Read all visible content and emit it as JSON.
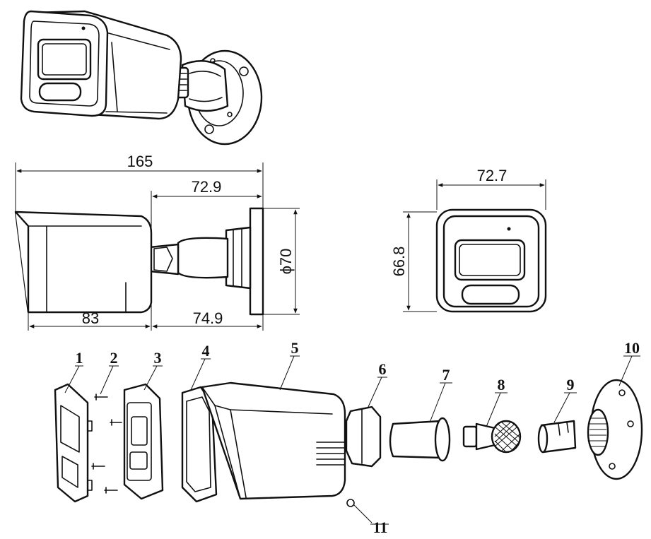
{
  "dimensions": {
    "side_total_length": "165",
    "side_bracket_length": "72.9",
    "side_body_length": "83",
    "side_mount_length": "74.9",
    "base_diameter": "ϕ70",
    "front_width": "72.7",
    "front_height": "66.8"
  },
  "parts": [
    {
      "label": "1"
    },
    {
      "label": "2"
    },
    {
      "label": "3"
    },
    {
      "label": "4"
    },
    {
      "label": "5"
    },
    {
      "label": "6"
    },
    {
      "label": "7"
    },
    {
      "label": "8"
    },
    {
      "label": "9"
    },
    {
      "label": "10"
    },
    {
      "label": "11"
    }
  ]
}
